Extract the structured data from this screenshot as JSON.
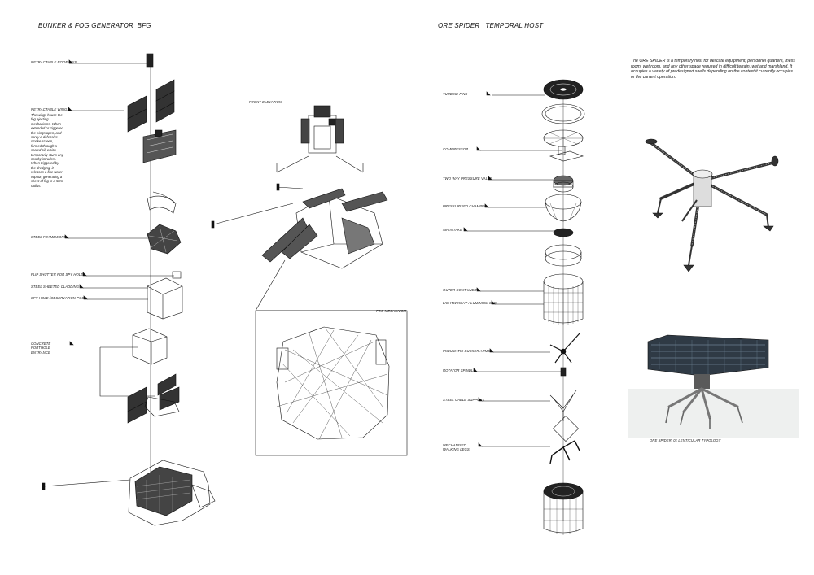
{
  "left": {
    "title": "BUNKER & FOG GENERATOR_BFG",
    "labels": {
      "roof_fins": "RETRACTABLE ROOF FINS",
      "wings": "RETRACTABLE WINGS",
      "wings_desc": "The wings house the fog ejecting mechanisms. When extended or triggered the wings open, and spray a defensive smoke screen, formed through a sealed oil, which temporarily stuns any nearby intruders. When triggered by the dredging, it releases a fine water vapour, generating a sheet of fog in a 50m radius.",
      "steel_framework": "STEEL FRAMEWORK",
      "flip_shutter": "FLIP SHUTTER FOR SPY HOLE",
      "steel_cladding": "STEEL SHEETED CLADDING",
      "spy_hole": "SPY HOLE /OBSERVATION POST",
      "porthole": "CONCRETE PORTHOLE ENTRANCE"
    },
    "front_elevation": "FRONT ELEVATION",
    "fog_mechanism": "FOG MECHANISM"
  },
  "right": {
    "title": "ORE SPIDER_ TEMPORAL HOST",
    "labels": {
      "turbine_fins": "TURBINE FINS",
      "compressor": "COMPRESSOR",
      "valve": "TWO WAY PRESSURE VALVE",
      "chamber": "PRESSURISED CHAMBER",
      "air_intake": "AIR INTAKE",
      "outer_container": "OUTER CONTAINER",
      "skin": "LIGHTWEIGHT ALUMINIUM SKIN",
      "sucker_arms": "PNEUMATIC SUCKER ARMS",
      "rotator": "ROTATOR SPINDLE",
      "cable_support": "STEEL CABLE SUPPORT",
      "legs": "MECHANISED WALKING LEGS"
    },
    "description": "The ORE SPIDER is a temporary host for delicate equipment, personnel quarters, mess room, wet room, and any other space required in difficult terrain, wet and marshland. It occupies a variety of predesigned shells depending on the context it currently occupies or the current operation.",
    "caption": "ORE SPIDER_01 LENTICULAR TYPOLOGY"
  }
}
